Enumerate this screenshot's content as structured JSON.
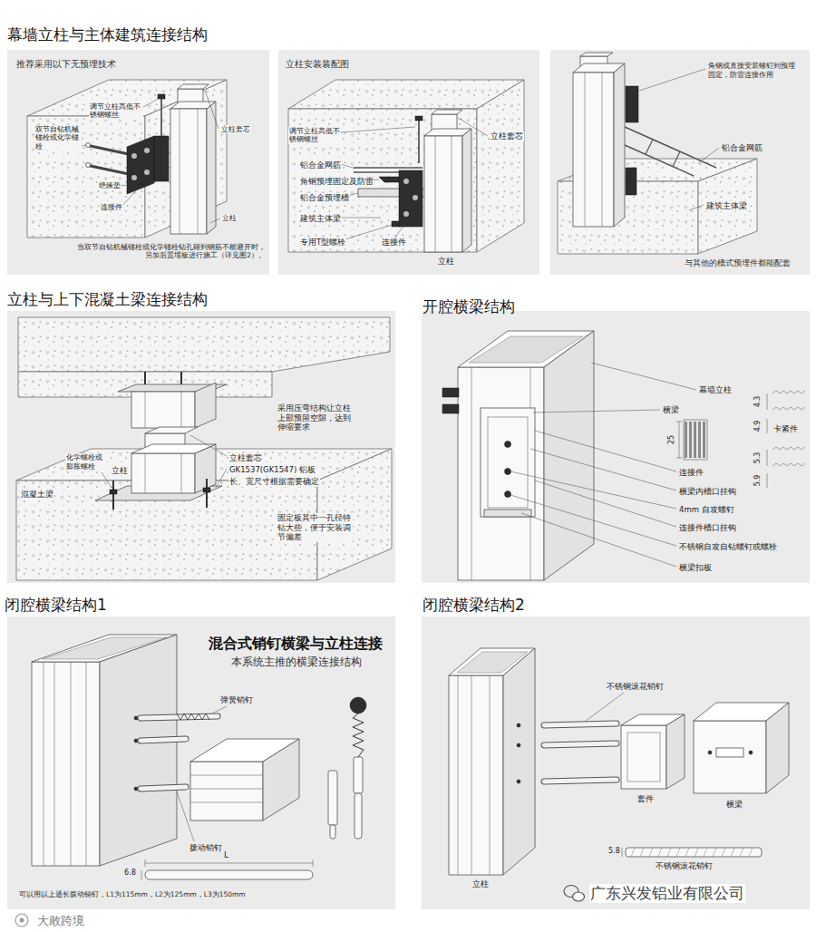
{
  "diagram": {
    "nodes": [
      {
        "text": [
          "幕墙立柱与主体建筑连接结构"
        ]
      },
      {
        "text": [
          "推荐采用以下无预埋技术"
        ],
        "in": 0
      },
      {
        "text": [
          "立柱安装装配图"
        ],
        "in": 0
      },
      {
        "text": [
          "与其他的槽式预埋件都能配套"
        ],
        "in": 0
      },
      {
        "text": [
          "立柱与上下混凝土梁连接结构"
        ]
      },
      {
        "text": [
          "开腔横梁结构"
        ]
      },
      {
        "text": [
          "闭腔横梁结构1",
          "混合式销钉横梁与立柱连接",
          "本系统主推的横梁连接结构"
        ]
      },
      {
        "text": [
          "闭腔横梁结构2"
        ]
      }
    ],
    "labels": [
      "调节立柱高低不锈钢螺丝",
      "双节自钻机械锚栓或化学锚栓",
      "绝缘垫",
      "连接件",
      "立柱套芯",
      "立柱",
      "当双节自钻机械锚栓或化学锚栓钻孔碰到钢筋不能避开时，另加后置埋板进行施工（详见图2）。",
      "立柱套芯",
      "调节立柱高低不锈钢螺丝",
      "铝合金网筋",
      "角钢预埋固定及防雷",
      "铝合金预埋槽",
      "建筑主体梁",
      "专用T型螺栓",
      "连接件",
      "立柱",
      "角钢或直接安装螺钉到预埋固定，防雷连接作用",
      "铝合金网筋",
      "建筑主体梁",
      "采用压弯结构让立柱上部预留空隙，达到伸缩要求",
      "化学螺栓或膨胀螺栓",
      "立柱",
      "立柱套芯",
      "GK1537(GK1547) 铝板",
      "长、宽尺寸根据需要确定",
      "混凝土梁",
      "固定板其中一孔径特钻大些，便于安装调节偏差",
      "幕墙立柱",
      "横梁",
      "25",
      "4.3",
      "4.9",
      "卡紧件",
      "5.3",
      "5.9",
      "连接件",
      "横梁内槽口挂钩",
      "4mm 自攻螺钉",
      "连接件槽口挂钩",
      "不锈钢自攻自钻螺钉或螺栓",
      "横梁扣板",
      "弹簧销钉",
      "拨动销钉",
      "L",
      "6.8",
      "可以用以上通长拨动销钉，L1为115mm，L2为125mm，L3为150mm",
      "不锈钢滚花销钉",
      "套件",
      "横梁",
      "立柱",
      "5.8",
      "不锈钢滚花销钉",
      "广东兴发铝业有限公司",
      "大敢跨境"
    ]
  }
}
